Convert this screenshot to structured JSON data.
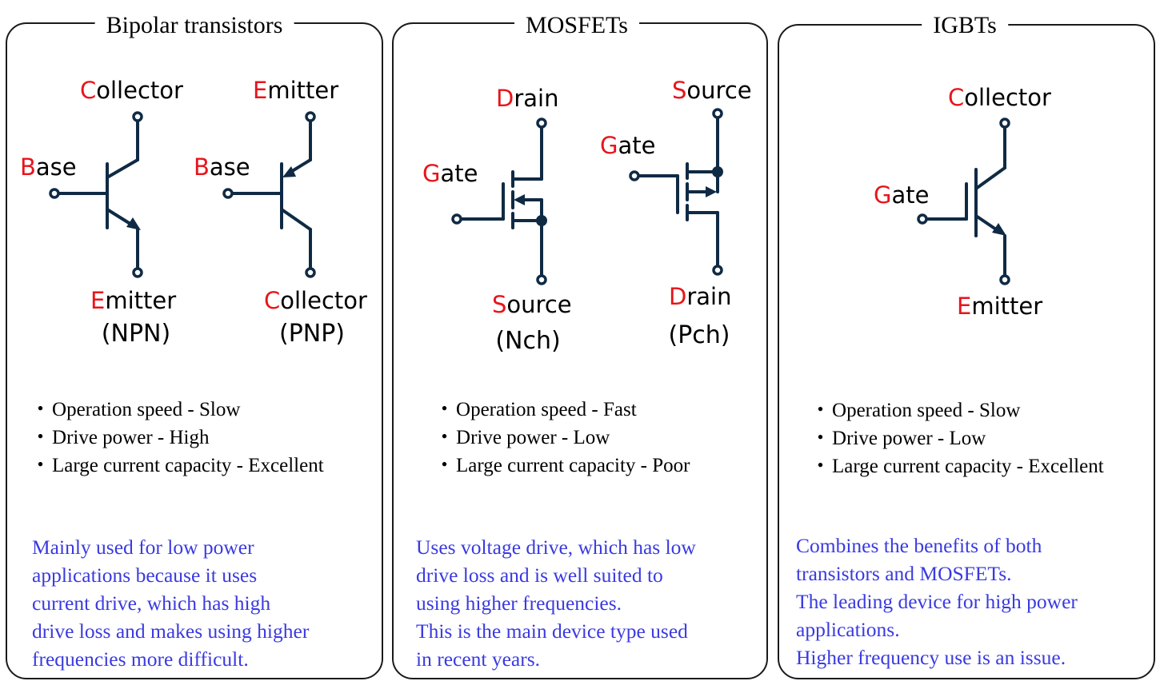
{
  "panels": [
    {
      "title": "Bipolar transistors",
      "devices": [
        {
          "type": "(NPN)",
          "terms": {
            "collector": [
              "C",
              "ollector"
            ],
            "base": [
              "B",
              "ase"
            ],
            "emitter": [
              "E",
              "mitter"
            ]
          }
        },
        {
          "type": "(PNP)",
          "terms": {
            "emitter": [
              "E",
              "mitter"
            ],
            "base": [
              "B",
              "ase"
            ],
            "collector": [
              "C",
              "ollector"
            ]
          }
        }
      ],
      "properties": [
        "Operation speed - Slow",
        "Drive power - High",
        "Large current capacity - Excellent"
      ],
      "description": [
        "Mainly used for low power",
        "applications because it uses",
        "current drive, which has high",
        "drive loss and makes using higher",
        "frequencies more difficult."
      ]
    },
    {
      "title": "MOSFETs",
      "devices": [
        {
          "type": "(Nch)",
          "terms": {
            "drain": [
              "D",
              "rain"
            ],
            "gate": [
              "G",
              "ate"
            ],
            "source": [
              "S",
              "ource"
            ]
          }
        },
        {
          "type": "(Pch)",
          "terms": {
            "source": [
              "S",
              "ource"
            ],
            "gate": [
              "G",
              "ate"
            ],
            "drain": [
              "D",
              "rain"
            ]
          }
        }
      ],
      "properties": [
        "Operation speed - Fast",
        "Drive power - Low",
        "Large current capacity - Poor"
      ],
      "description": [
        "Uses voltage drive, which has low",
        "drive loss and is well suited to",
        "using higher frequencies.",
        "This is the main device type used",
        "in recent years."
      ]
    },
    {
      "title": "IGBTs",
      "devices": [
        {
          "terms": {
            "collector": [
              "C",
              "ollector"
            ],
            "gate": [
              "G",
              "ate"
            ],
            "emitter": [
              "E",
              "mitter"
            ]
          }
        }
      ],
      "properties": [
        "Operation speed - Slow",
        "Drive power - Low",
        "Large current capacity - Excellent"
      ],
      "description": [
        "Combines the benefits of both",
        "transistors and MOSFETs.",
        "The leading device for high power",
        "applications.",
        "Higher frequency use is an issue."
      ]
    }
  ],
  "colors": {
    "terminal_initial": "#e8141b",
    "description_text": "#3a3ae0",
    "symbol_stroke": "#0f2a44"
  }
}
